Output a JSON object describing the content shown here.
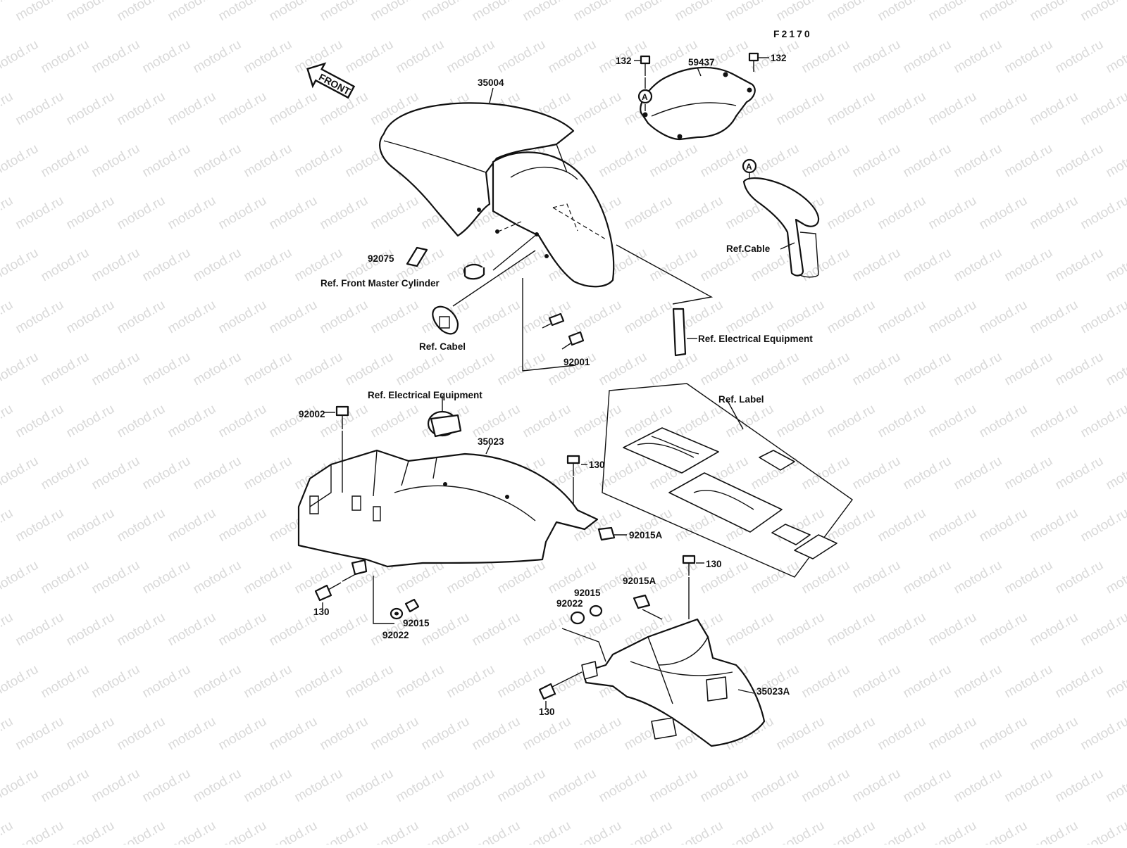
{
  "figure_code": "F2170",
  "front_arrow": "FRONT",
  "watermark": "motod.ru",
  "labels": {
    "p35004": "35004",
    "p59437": "59437",
    "p132_left": "132",
    "p132_right": "132",
    "circleA_top": "A",
    "circleA_bracket": "A",
    "ref_cable_right": "Ref.Cable",
    "p92075": "92075",
    "ref_front_master": "Ref. Front Master Cylinder",
    "ref_cabel": "Ref. Cabel",
    "p92001": "92001",
    "ref_elec_right": "Ref. Electrical Equipment",
    "ref_elec_left": "Ref. Electrical Equipment",
    "p92002": "92002",
    "p35023": "35023",
    "p130_a": "130",
    "p92015A_a": "92015A",
    "ref_label": "Ref. Label",
    "p130_b": "130",
    "p92015_a": "92015",
    "p92022_a": "92022",
    "p92015A_b": "92015A",
    "p130_c": "130",
    "p92015_b": "92015",
    "p92022_b": "92022",
    "p35023A": "35023A",
    "p130_d": "130"
  }
}
